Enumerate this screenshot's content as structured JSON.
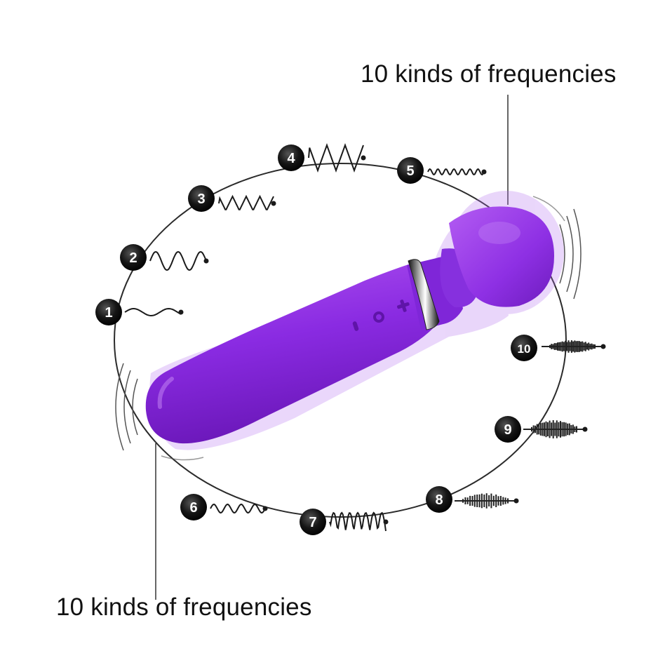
{
  "captions": {
    "top": "10 kinds of frequencies",
    "bottom": "10 kinds of frequencies"
  },
  "product": {
    "body_color": "#8a2be2",
    "accent_ring_color": "#2a2a2a",
    "button_icons": [
      "power-icon",
      "minus-icon",
      "plus-icon"
    ]
  },
  "modes": [
    {
      "number": "1",
      "pattern": "gentle-wave-icon"
    },
    {
      "number": "2",
      "pattern": "wave-icon"
    },
    {
      "number": "3",
      "pattern": "zigzag-icon"
    },
    {
      "number": "4",
      "pattern": "large-zigzag-icon"
    },
    {
      "number": "5",
      "pattern": "fine-wave-icon"
    },
    {
      "number": "6",
      "pattern": "medium-wave-icon"
    },
    {
      "number": "7",
      "pattern": "coil-icon"
    },
    {
      "number": "8",
      "pattern": "pulse-icon"
    },
    {
      "number": "9",
      "pattern": "burst-icon"
    },
    {
      "number": "10",
      "pattern": "dense-burst-icon"
    }
  ]
}
